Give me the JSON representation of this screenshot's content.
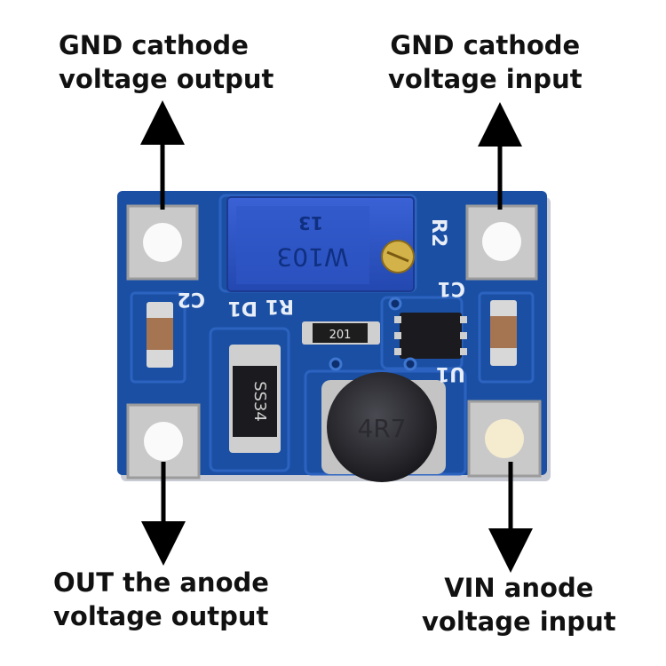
{
  "labels": {
    "top_left": {
      "line1": "GND cathode",
      "line2": "voltage output"
    },
    "top_right": {
      "line1": "GND cathode",
      "line2": "voltage input"
    },
    "bottom_left": {
      "line1": "OUT the anode",
      "line2": "voltage output"
    },
    "bottom_right": {
      "line1": "VIN anode",
      "line2": "voltage input"
    }
  },
  "board": {
    "silkscreen": {
      "r2": "R2",
      "c2": "C2",
      "d1": "D1",
      "r1": "R1",
      "c1": "C1",
      "u1": "U1"
    },
    "potentiometer_text": {
      "line1": "13",
      "line2": "W103"
    },
    "resistor_code": "201",
    "diode_marking": "SS34",
    "inductor_marking": "4R7"
  },
  "colors": {
    "pcb": "#1a4fa3",
    "pad": "#c9c9c9",
    "arrow": "#000000"
  }
}
